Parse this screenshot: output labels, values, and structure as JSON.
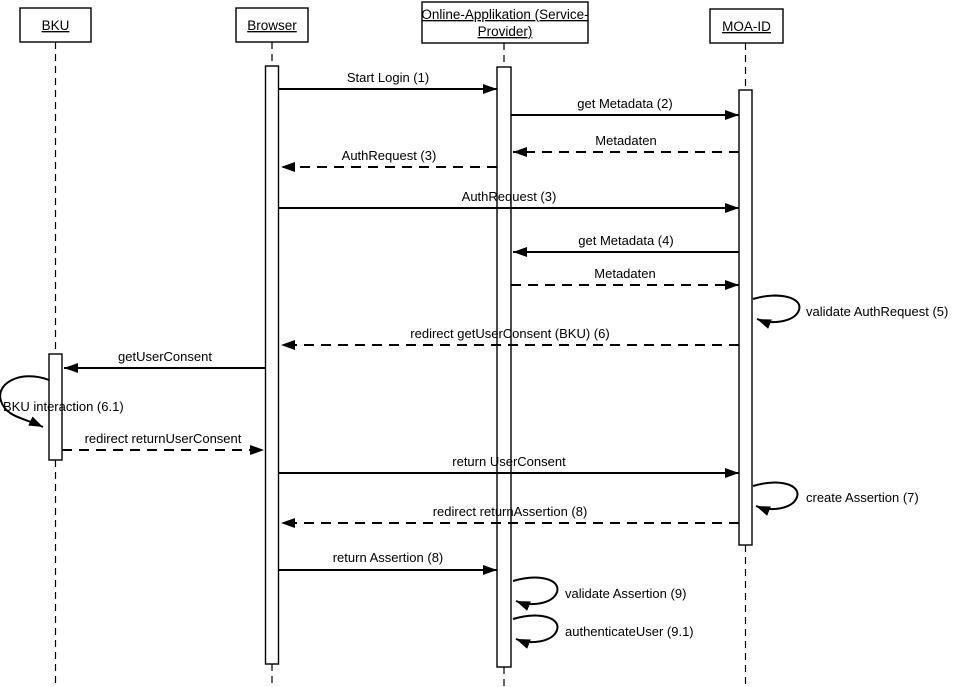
{
  "diagram_type": "uml-sequence-diagram",
  "colors": {
    "background": "#ffffff",
    "line": "#000000",
    "text": "#000000"
  },
  "actors": [
    {
      "label": "BKU"
    },
    {
      "label": "Browser"
    },
    {
      "label_line1": "Online-Applikation (Service-",
      "label_line2": "Provider)"
    },
    {
      "label": "MOA-ID"
    }
  ],
  "messages": [
    {
      "label": "Start Login (1)",
      "from": "Browser",
      "to": "Online-Applikation (Service-Provider)",
      "line": "solid"
    },
    {
      "label": "get Metadata (2)",
      "from": "Online-Applikation (Service-Provider)",
      "to": "MOA-ID",
      "line": "solid"
    },
    {
      "label": "Metadaten",
      "from": "MOA-ID",
      "to": "Online-Applikation (Service-Provider)",
      "line": "dashed"
    },
    {
      "label": "AuthRequest (3)",
      "from": "Online-Applikation (Service-Provider)",
      "to": "Browser",
      "line": "dashed"
    },
    {
      "label": "AuthRequest (3)",
      "from": "Browser",
      "to": "MOA-ID",
      "line": "solid"
    },
    {
      "label": "get Metadata (4)",
      "from": "MOA-ID",
      "to": "Online-Applikation (Service-Provider)",
      "line": "solid"
    },
    {
      "label": "Metadaten",
      "from": "Online-Applikation (Service-Provider)",
      "to": "MOA-ID",
      "line": "dashed"
    },
    {
      "label": "redirect getUserConsent (BKU) (6)",
      "from": "MOA-ID",
      "to": "Browser",
      "line": "dashed"
    },
    {
      "label": "getUserConsent",
      "from": "Browser",
      "to": "BKU",
      "line": "solid"
    },
    {
      "label": "redirect returnUserConsent",
      "from": "BKU",
      "to": "Browser",
      "line": "dashed"
    },
    {
      "label": "return UserConsent",
      "from": "Browser",
      "to": "MOA-ID",
      "line": "solid"
    },
    {
      "label": "redirect returnAssertion (8)",
      "from": "MOA-ID",
      "to": "Browser",
      "line": "dashed"
    },
    {
      "label": "return Assertion (8)",
      "from": "Browser",
      "to": "Online-Applikation (Service-Provider)",
      "line": "solid"
    }
  ],
  "self_messages": [
    {
      "label": "validate AuthRequest (5)",
      "actor": "MOA-ID"
    },
    {
      "label": "BKU interaction (6.1)",
      "actor": "BKU"
    },
    {
      "label": "create Assertion (7)",
      "actor": "MOA-ID"
    },
    {
      "label": "validate Assertion (9)",
      "actor": "Online-Applikation (Service-Provider)"
    },
    {
      "label": "authenticateUser (9.1)",
      "actor": "Online-Applikation (Service-Provider)"
    }
  ]
}
